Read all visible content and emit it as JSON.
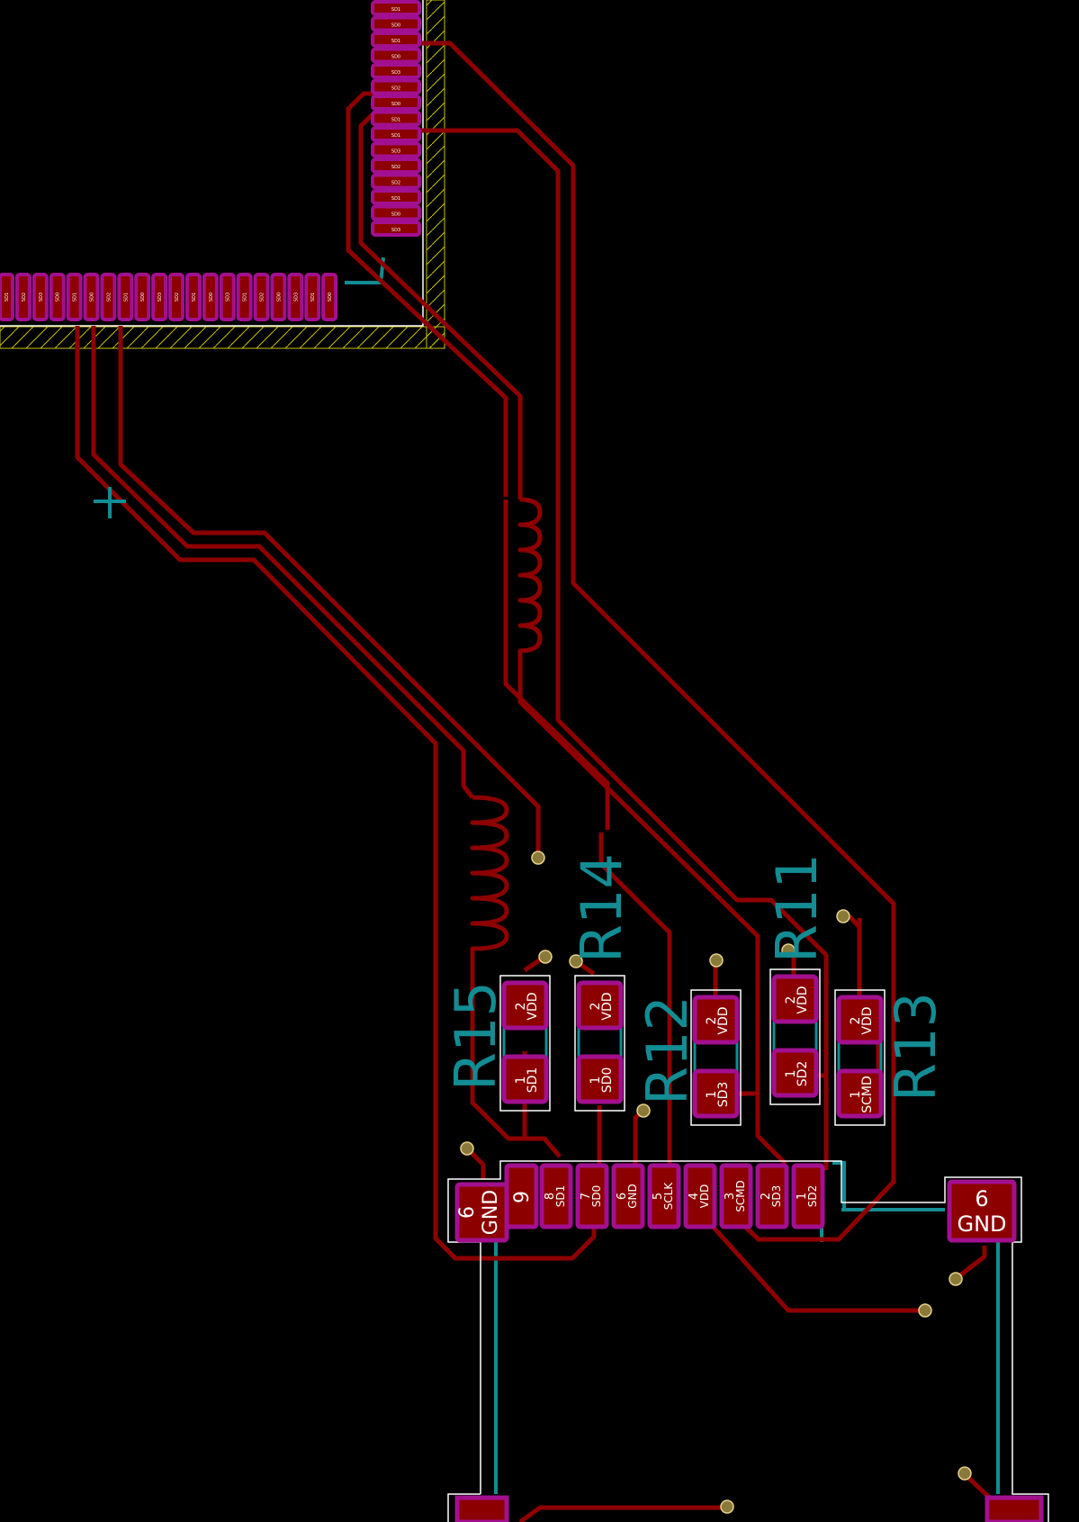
{
  "colors": {
    "background": "#000000",
    "copper_track": "#8e0000",
    "pad_fill": "#8c0000",
    "pad_outline": "#a2108f",
    "silk_teal": "#138c93",
    "courtyard": "#ffffff",
    "hatch": "#c8c200",
    "via": "#8a7a3a"
  },
  "refs": {
    "r15": "R15",
    "r14": "R14",
    "r12": "R12",
    "r11": "R11",
    "r13": "R13"
  },
  "resistors": {
    "r15": {
      "pin2": "2",
      "net2": "VDD",
      "pin1": "1",
      "net1": "SD1"
    },
    "r14": {
      "pin2": "2",
      "net2": "VDD",
      "pin1": "1",
      "net1": "SD0"
    },
    "r12": {
      "pin2": "2",
      "net2": "VDD",
      "pin1": "1",
      "net1": "SD3"
    },
    "r11": {
      "pin2": "2",
      "net2": "VDD",
      "pin1": "1",
      "net1": "SD2"
    },
    "r13": {
      "pin2": "2",
      "net2": "VDD",
      "pin1": "1",
      "net1": "SCMD"
    }
  },
  "connector": {
    "tab_left": {
      "num": "6",
      "net": "GND"
    },
    "tab_right": {
      "num": "6",
      "net": "GND"
    },
    "pad9": {
      "num": "9"
    },
    "pins": [
      {
        "num": "8",
        "net": "SD1"
      },
      {
        "num": "7",
        "net": "SD0"
      },
      {
        "num": "6",
        "net": "GND"
      },
      {
        "num": "5",
        "net": "SCLK"
      },
      {
        "num": "4",
        "net": "VDD"
      },
      {
        "num": "3",
        "net": "SCMD"
      },
      {
        "num": "2",
        "net": "SD3"
      },
      {
        "num": "1",
        "net": "SD2"
      }
    ]
  },
  "ic_pins_vertical": [
    "SD1",
    "SD0",
    "SD1",
    "SD0",
    "SD3",
    "SD2",
    "SD0",
    "SD1",
    "SD1",
    "SD3",
    "SD2",
    "SD2",
    "SD1",
    "SD0",
    "SD3"
  ],
  "ic_pins_horizontal": [
    "SD1",
    "SD2",
    "SD3",
    "SD0",
    "SD1",
    "SD0",
    "SD2",
    "SD1",
    "SD0",
    "SD3",
    "SD2",
    "SD1",
    "SD0",
    "SD3",
    "SD1",
    "SD2",
    "SD0",
    "SD3",
    "SD1",
    "SD0"
  ]
}
